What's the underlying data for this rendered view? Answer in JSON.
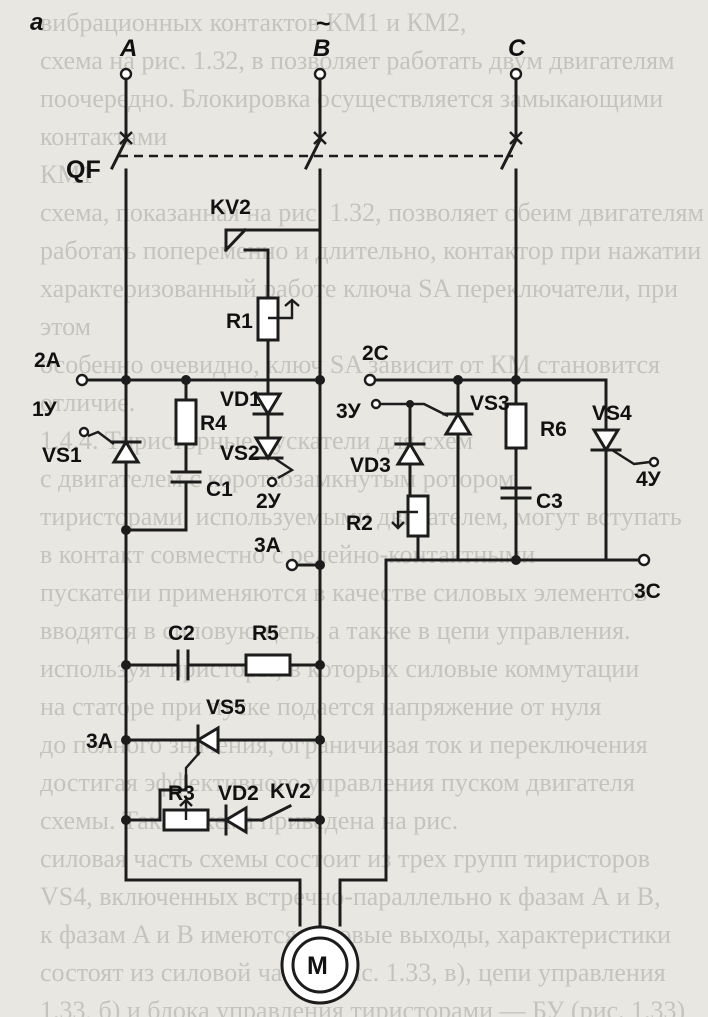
{
  "background_text": [
    "вибрационных контактов КМ1 и КМ2,",
    "схема на рис. 1.32, в позволяет работать двум двигателям",
    "поочередно. Блокировка осуществляется замыкающими контактами",
    "КМ1",
    "схема, показанная на рис. 1.32, позволяет обеим двигателям",
    "работать попеременно и длительно, контактор при нажатии",
    "характеризованный работе ключа SA переключатели, при этом",
    "особенно очевидно, ключ SA зависит от КМ становится",
    "отличие.",
    "",
    "1.4.4. Тиристорные пускатели для схем",
    "с двигателем с короткозамкнутым ротором",
    "",
    "тиристорами, используемыми двигателем, могут вступать",
    "в контакт совместно с релейно-контактными",
    "пускатели применяются в качестве силовых элементов",
    "вводятся в силовую цепь, а также в цепи управления.",
    "",
    "используя тиристоры, в которых силовые коммутации",
    "на статоре при пуске подается напряжение от нуля",
    "до полного значения, ограничивая ток и переключения",
    "достигая эффективного управления пуском двигателя",
    "схемы. Такая схема приведена на рис.",
    "силовая часть схемы состоит из трех групп тиристоров",
    "VS4, включенных встречно-параллельно к фазам А и В,",
    "к фазам A и B имеются угловые выходы, характеристики",
    "состоят из силовой части (рис. 1.33, в), цепи управления",
    "1.33, б) и блока управления тиристорами — БУ (рис. 1.33)"
  ],
  "panel_letter": "а",
  "phases": {
    "a": "A",
    "b": "B",
    "c": "C",
    "b_symbol": "~"
  },
  "components": {
    "qf": "QF",
    "kv2_top": "KV2",
    "r1": "R1",
    "vd1": "VD1",
    "vs2": "VS2",
    "r4": "R4",
    "vs1": "VS1",
    "c1": "C1",
    "vs3": "VS3",
    "r6": "R6",
    "vs4": "VS4",
    "vd3": "VD3",
    "r2": "R2",
    "c3": "C3",
    "c2": "C2",
    "r5": "R5",
    "vs5": "VS5",
    "r3": "R3",
    "vd2": "VD2",
    "kv2_bottom": "KV2",
    "motor": "M"
  },
  "terminals": {
    "t2a": "2A",
    "t1y": "1У",
    "t2y": "2У",
    "t3a_right": "3A",
    "t3a_left": "3A",
    "t2c": "2C",
    "t3y": "3У",
    "t4y": "4У",
    "t3c": "3C"
  }
}
